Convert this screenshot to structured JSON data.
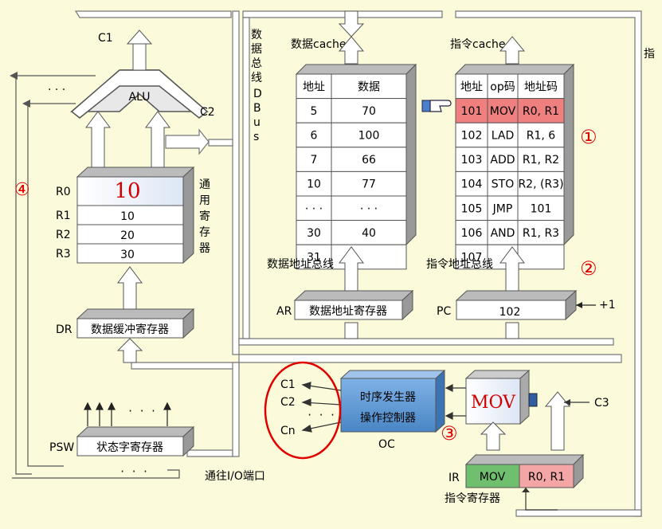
{
  "colors": {
    "background": "#fbfbdc",
    "bus": "#ffffff",
    "bus_edge": "#777777",
    "highlight_row": "#f08080",
    "ctrl_blue": "#5b9bd5",
    "ir_green": "#6fbf6f",
    "ir_pink": "#f4a6a6",
    "red": "#e00000",
    "blue_text": "#1a6fc0",
    "mov_red": "#d10000"
  },
  "alu": {
    "label": "ALU",
    "c1": "C1",
    "c2": "C2",
    "dots": "· · ·"
  },
  "dbus": {
    "label_chars": [
      "数",
      "据",
      "总",
      "线",
      "D",
      "B",
      "u",
      "s"
    ]
  },
  "gpr": {
    "title_chars": [
      "通",
      "用",
      "寄",
      "存",
      "器"
    ],
    "rows": [
      {
        "name": "R0",
        "value": "10"
      },
      {
        "name": "R1",
        "value": "10"
      },
      {
        "name": "R2",
        "value": "20"
      },
      {
        "name": "R3",
        "value": "30"
      }
    ]
  },
  "dr": {
    "label": "DR",
    "text": "数据缓冲寄存器"
  },
  "psw": {
    "label": "PSW",
    "text": "状态字寄存器",
    "dots_top": "· · ·",
    "dots_bottom": "· · ·"
  },
  "io": {
    "text": "通往I/O端口"
  },
  "data_cache": {
    "title": "数据cache",
    "headers": [
      "地址",
      "数据"
    ],
    "rows": [
      [
        "5",
        "70"
      ],
      [
        "6",
        "100"
      ],
      [
        "7",
        "66"
      ],
      [
        "10",
        "77"
      ],
      [
        "· · ·",
        "· · ·"
      ],
      [
        "30",
        "40"
      ],
      [
        "31",
        ""
      ]
    ]
  },
  "instr_cache": {
    "title": "指令cache",
    "headers": [
      "地址",
      "op码",
      "地址码"
    ],
    "rows": [
      [
        "101",
        "MOV",
        "R0, R1"
      ],
      [
        "102",
        "LAD",
        "R1, 6"
      ],
      [
        "103",
        "ADD",
        "R1, R2"
      ],
      [
        "104",
        "STO",
        "R2, (R3)"
      ],
      [
        "105",
        "JMP",
        "101"
      ],
      [
        "106",
        "AND",
        "R1, R3"
      ],
      [
        "107",
        "",
        ""
      ]
    ]
  },
  "data_addr_bus": "数据地址总线",
  "instr_addr_bus": "指令地址总线",
  "ar": {
    "label": "AR",
    "text": "数据地址寄存器"
  },
  "pc": {
    "label": "PC",
    "value": "102",
    "inc": "+1"
  },
  "controller": {
    "line1": "时序发生器",
    "line2": "操作控制器",
    "oc": "OC"
  },
  "ctrl_signals": [
    "C1",
    "C2",
    "· · ·",
    "Cn"
  ],
  "mov_box": "MOV",
  "c3": "C3",
  "ir": {
    "label": "IR",
    "op": "MOV",
    "addr": "R0, R1",
    "caption": "指令寄存器"
  },
  "circles": [
    "①",
    "②",
    "③",
    "④"
  ],
  "edge_text": "指"
}
